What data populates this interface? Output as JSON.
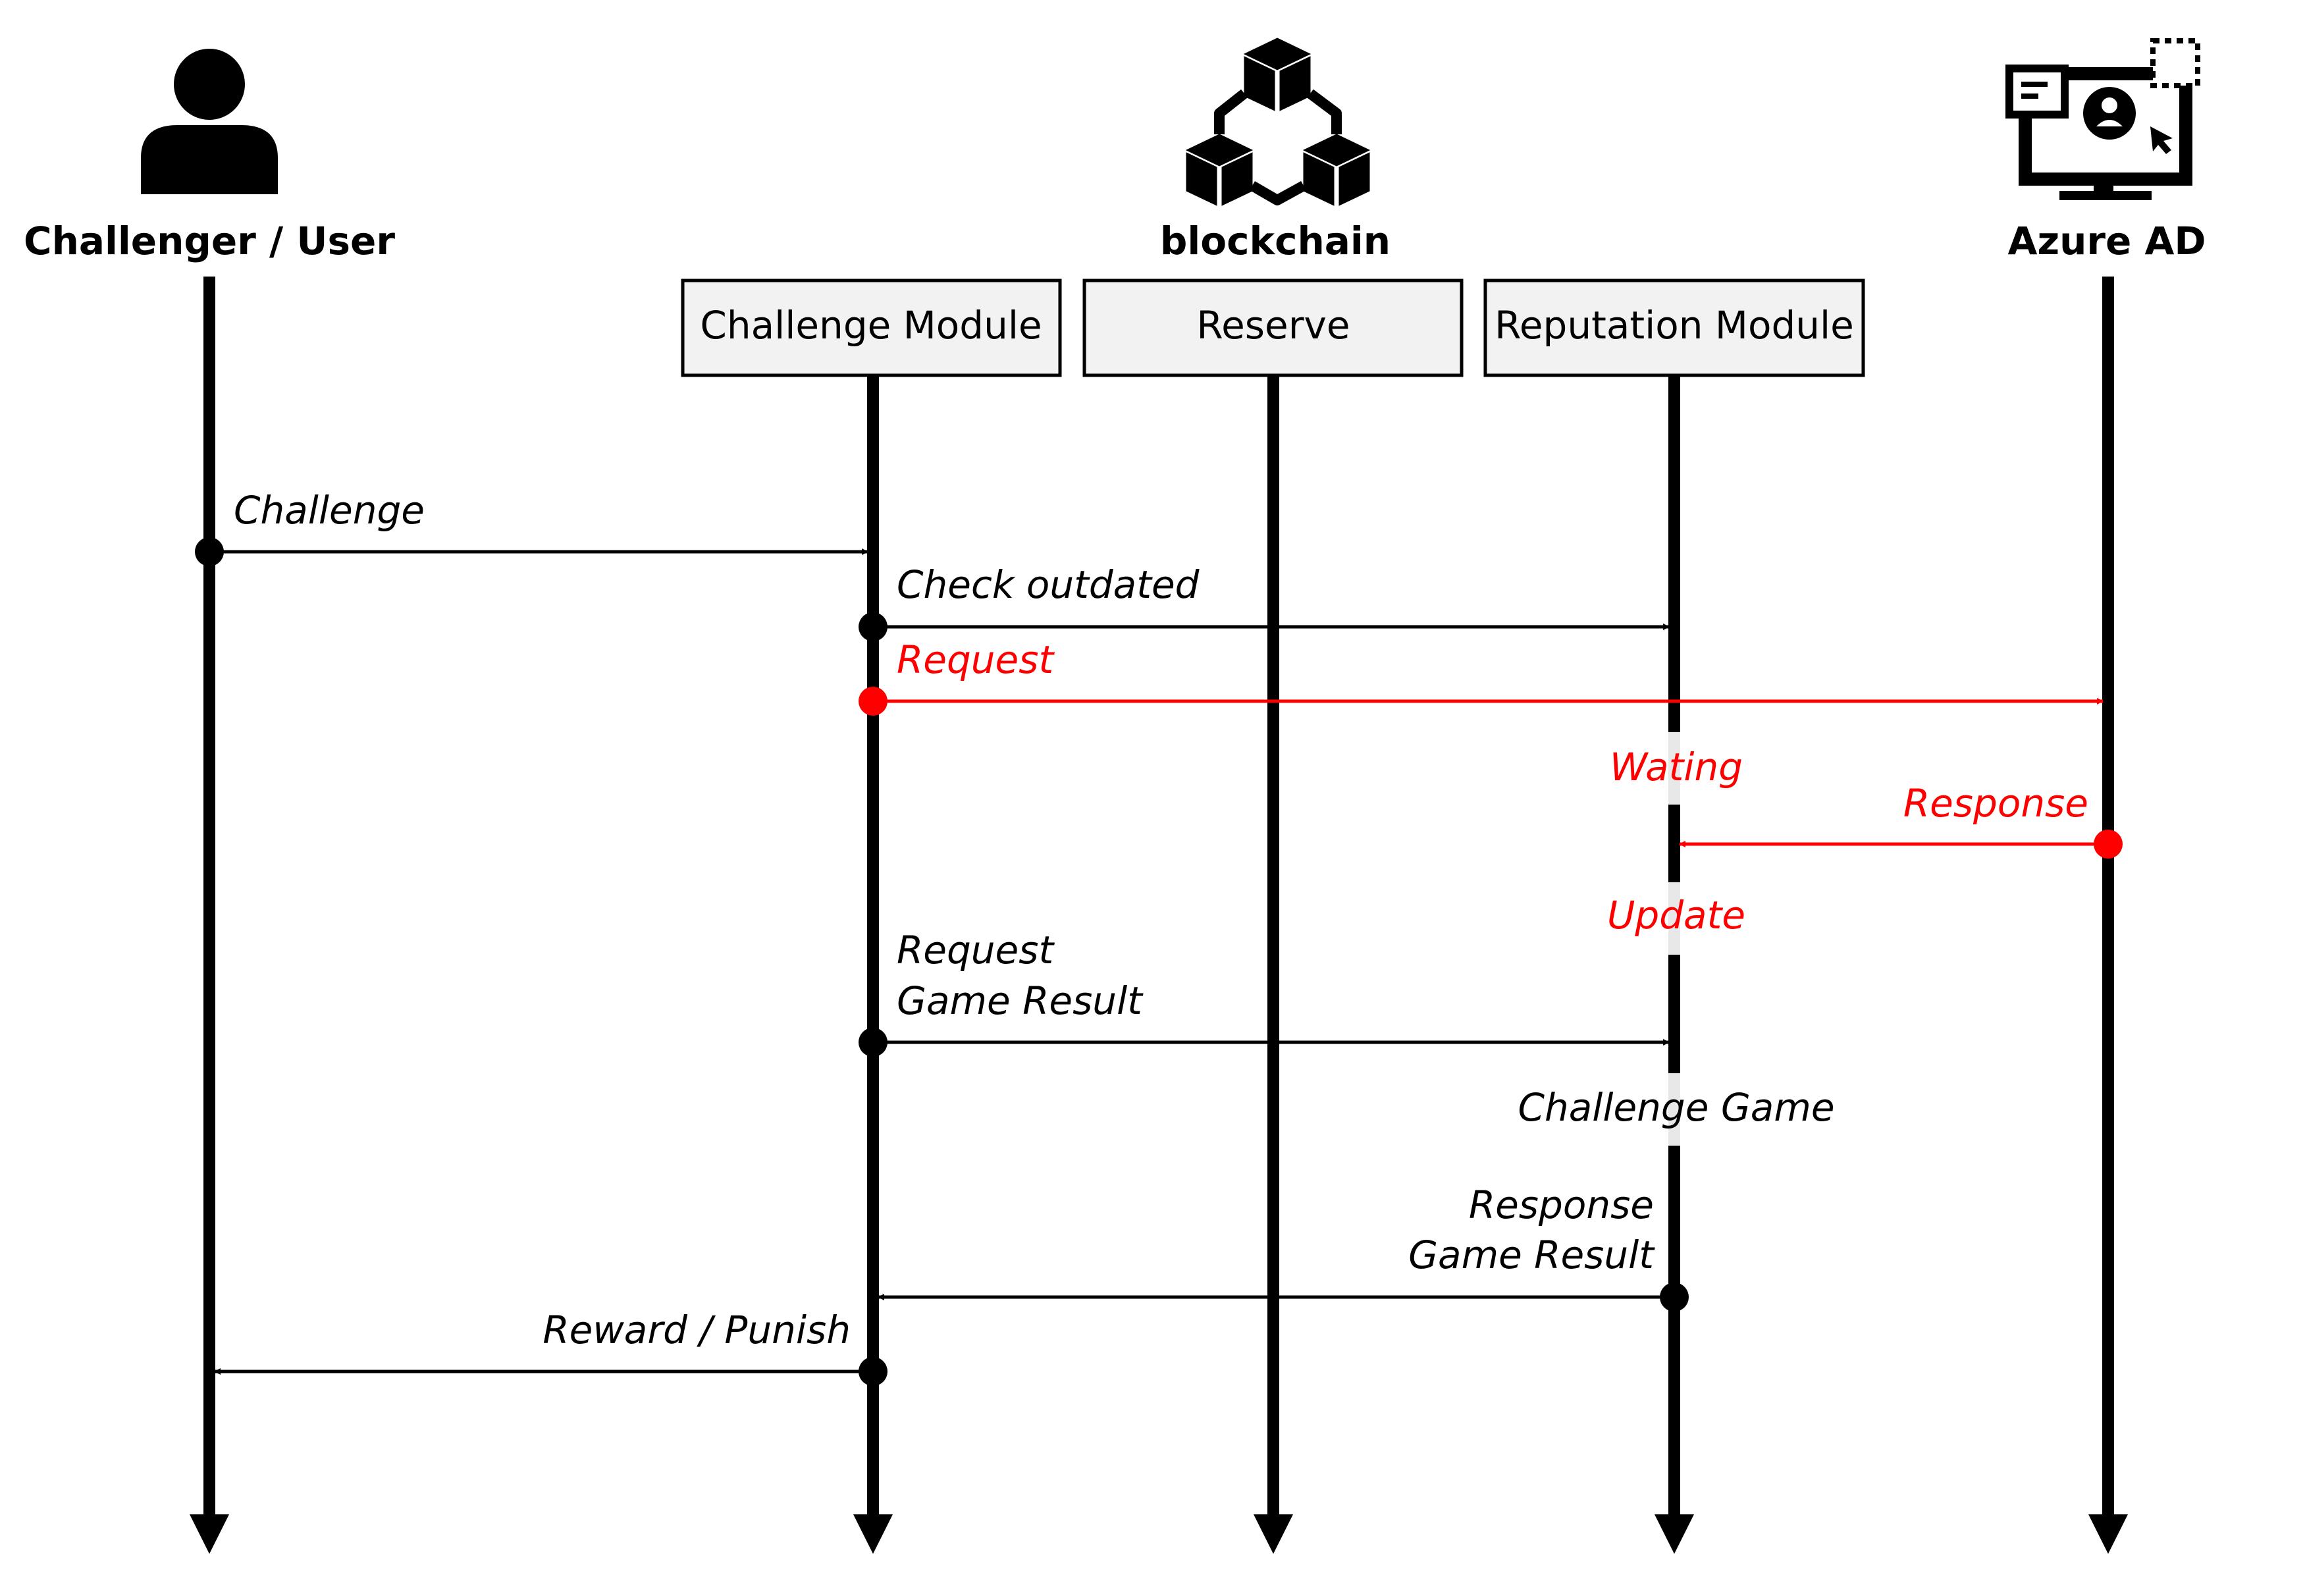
{
  "actors": {
    "user": "Challenger / User",
    "blockchain": "blockchain",
    "azure": "Azure AD"
  },
  "modules": {
    "challenge": "Challenge Module",
    "reserve": "Reserve",
    "reputation": "Reputation Module"
  },
  "messages": {
    "challenge": "Challenge",
    "check_outdated": "Check outdated",
    "request": "Request",
    "wating": "Wating",
    "response": "Response",
    "update": "Update",
    "request_game_result_1": "Request",
    "request_game_result_2": "Game Result",
    "challenge_game": "Challenge Game",
    "response_game_result_1": "Response",
    "response_game_result_2": "Game Result",
    "reward_punish": "Reward / Punish"
  },
  "icons": {
    "user": "person-icon",
    "blockchain": "blockchain-cubes-icon",
    "azure": "monitor-user-icon"
  },
  "colors": {
    "line": "#000000",
    "highlight": "#ff0000",
    "box_fill": "#f2f2f2"
  }
}
